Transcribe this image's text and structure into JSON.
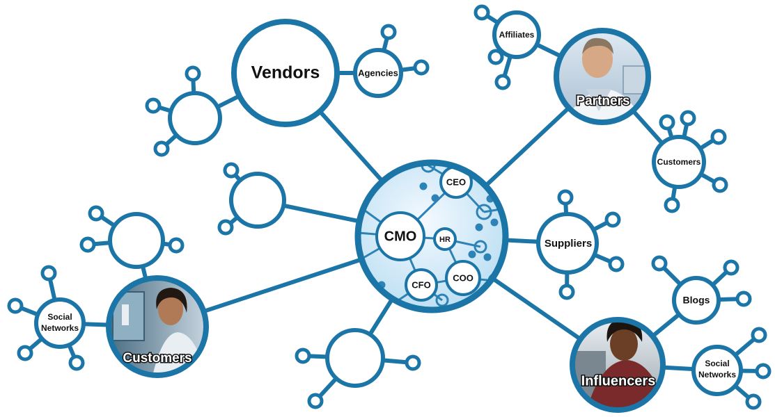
{
  "colors": {
    "stroke": "#1b75a6",
    "node_fill": "#ffffff",
    "hub_fill_inner": "#f4f9ff",
    "hub_fill_outer": "#b9def2",
    "inner_line": "#2d83b6"
  },
  "center": {
    "label": "CMO"
  },
  "inner": {
    "ceo": "CEO",
    "hr": "HR",
    "cfo": "CFO",
    "coo": "COO"
  },
  "nodes": {
    "vendors": "Vendors",
    "agencies": "Agencies",
    "affiliates": "Affiliates",
    "partners": "Partners",
    "customers_right": "Customers",
    "suppliers": "Suppliers",
    "blogs": "Blogs",
    "influencers": "Influencers",
    "social_right_1": "Social",
    "social_right_2": "Networks",
    "customers_left": "Customers",
    "social_left_1": "Social",
    "social_left_2": "Networks"
  },
  "photos": {
    "partners": "businessman-photo",
    "customers": "woman-customer-photo",
    "influencers": "woman-influencer-photo"
  }
}
